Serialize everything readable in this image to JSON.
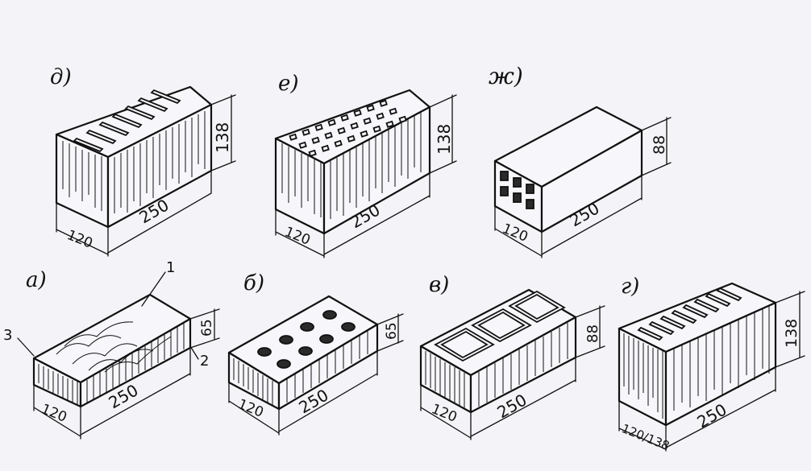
{
  "bricks": {
    "d": {
      "label": "д)",
      "height": "138",
      "width": "120",
      "length": "250"
    },
    "e": {
      "label": "е)",
      "height": "138",
      "width": "120",
      "length": "250"
    },
    "zh": {
      "label": "ж)",
      "height": "88",
      "width": "120",
      "length": "250"
    },
    "a": {
      "label": "а)",
      "height": "65",
      "width": "120",
      "length": "250",
      "callouts": [
        "1",
        "2",
        "3"
      ]
    },
    "b": {
      "label": "б)",
      "height": "65",
      "width": "120",
      "length": "250"
    },
    "v": {
      "label": "в)",
      "height": "88",
      "width": "120",
      "length": "250"
    },
    "g": {
      "label": "г)",
      "height": "138",
      "width": "120/138",
      "length": "250"
    }
  }
}
